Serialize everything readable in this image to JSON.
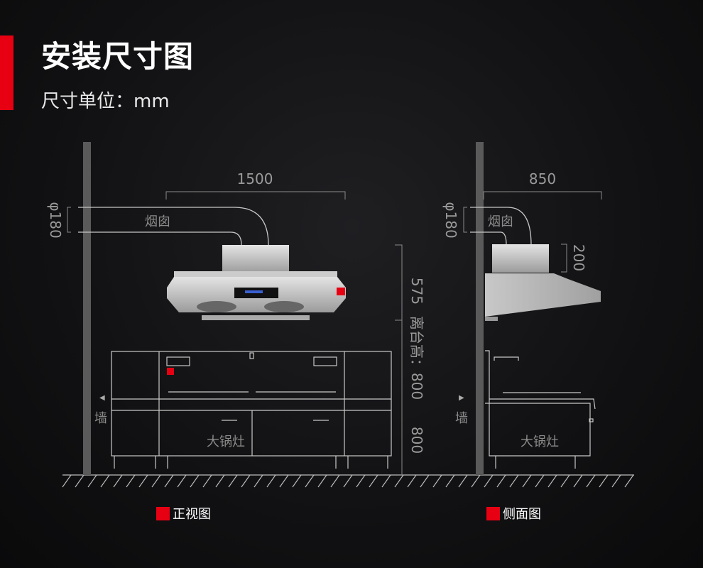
{
  "header": {
    "title": "安装尺寸图",
    "subtitle": "尺寸单位：mm"
  },
  "front": {
    "width": "1500",
    "chimney_dia": "φ180",
    "chimney_label": "烟囱",
    "hood_height": "575",
    "mount_height": "离台高：800",
    "stove_height": "800",
    "wall_label": "墙",
    "stove_label": "大锅灶",
    "legend": "正视图"
  },
  "side": {
    "depth": "850",
    "chimney_dia": "φ180",
    "chimney_label": "烟囱",
    "duct_height": "200",
    "wall_label": "墙",
    "stove_label": "大锅灶",
    "legend": "侧面图"
  },
  "colors": {
    "accent": "#e60012",
    "line": "#b5b5b5",
    "wall": "#5a5a5a"
  }
}
